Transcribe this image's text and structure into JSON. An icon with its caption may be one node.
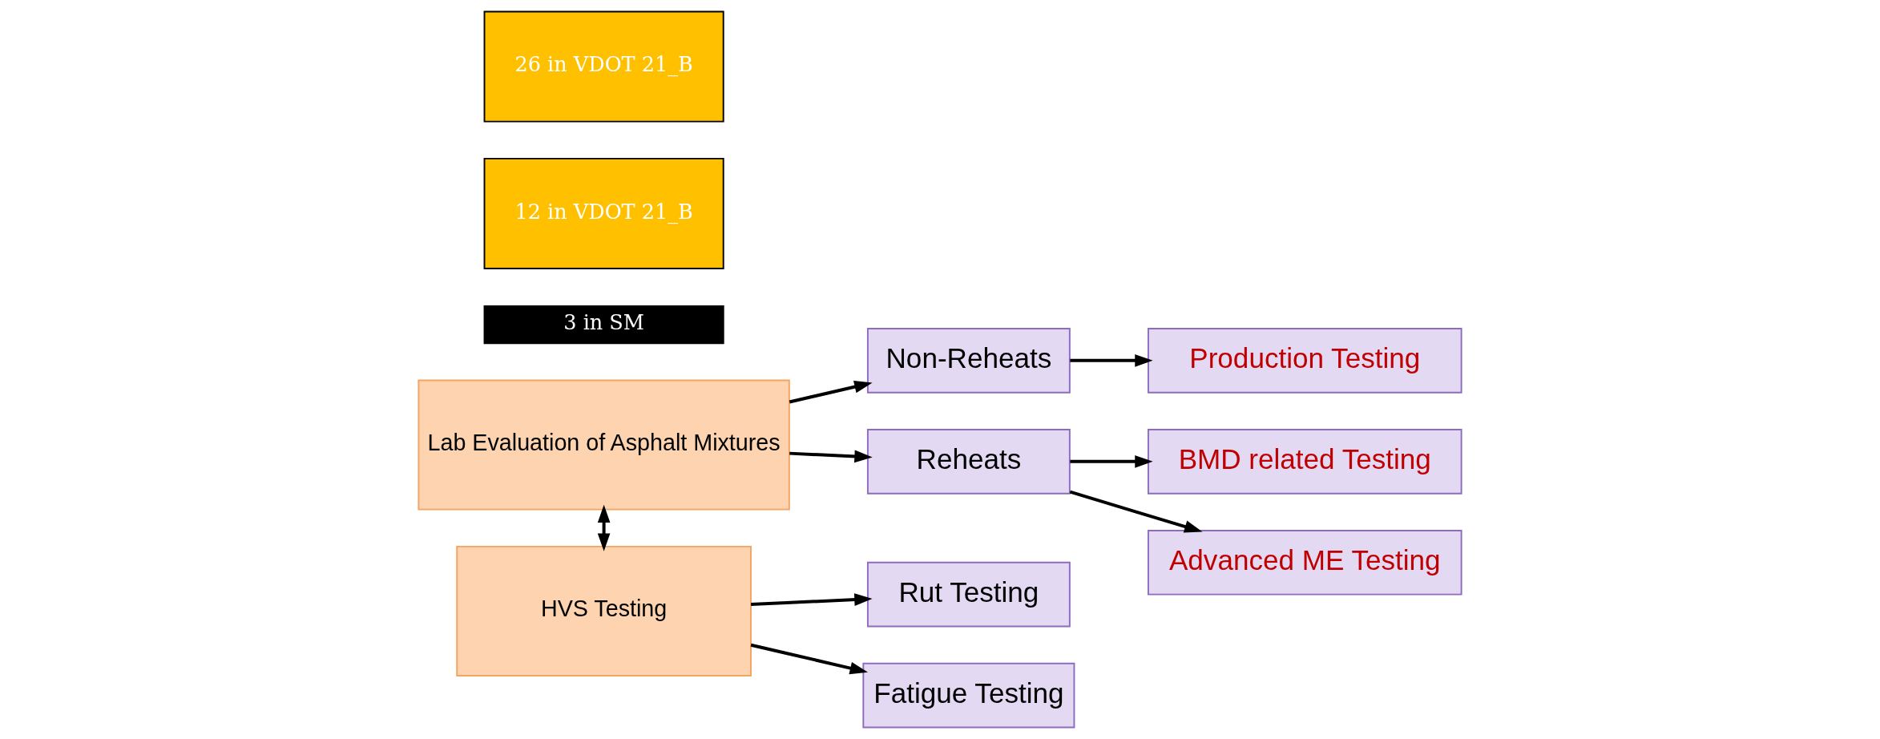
{
  "diagram": {
    "nodes": [
      {
        "text": [
          "Lab Evaluation of Asphalt Mixtures"
        ]
      },
      {
        "text": [
          "HVS Testing"
        ]
      },
      {
        "text": [
          "3 in SM"
        ]
      },
      {
        "text": [
          "12 in VDOT 21_B"
        ]
      },
      {
        "text": [
          "26 in VDOT 21_B"
        ]
      },
      {
        "text": [
          "Non-Reheats"
        ]
      },
      {
        "text": [
          "Production Testing"
        ]
      },
      {
        "text": [
          "Rut Testing"
        ]
      },
      {
        "text": [
          "Reheats"
        ]
      },
      {
        "text": [
          "BMD related Testing"
        ]
      },
      {
        "text": [
          "Advanced ME Testing"
        ]
      },
      {
        "text": [
          "Fatigue Testing"
        ]
      }
    ],
    "edges": [
      {
        "from": 0,
        "to": 1,
        "arrow": "both"
      },
      {
        "from": 0,
        "to": 5,
        "arrow": "to"
      },
      {
        "from": 0,
        "to": 8,
        "arrow": "to"
      },
      {
        "from": 5,
        "to": 6,
        "arrow": "to"
      },
      {
        "from": 8,
        "to": 9,
        "arrow": "to"
      },
      {
        "from": 8,
        "to": 10,
        "arrow": "to"
      },
      {
        "from": 1,
        "to": 7,
        "arrow": "to"
      },
      {
        "from": 1,
        "to": 11,
        "arrow": "to"
      }
    ]
  }
}
